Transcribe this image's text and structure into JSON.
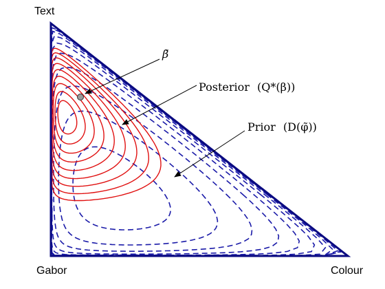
{
  "vertices": {
    "top": "Text",
    "bottom_left": "Gabor",
    "bottom_right": "Colour"
  },
  "annotations": {
    "beta_tilde": "β̃",
    "posterior": {
      "word": "Posterior",
      "expr": "(Q*(β))"
    },
    "prior": {
      "word": "Prior",
      "expr": "(D(φ̃))"
    }
  },
  "colors": {
    "prior_contours": "#1a1aa8",
    "posterior_contours": "#e01010",
    "triangle_edge": "#0a0a80",
    "marker_fill": "#9a9a9a"
  }
}
